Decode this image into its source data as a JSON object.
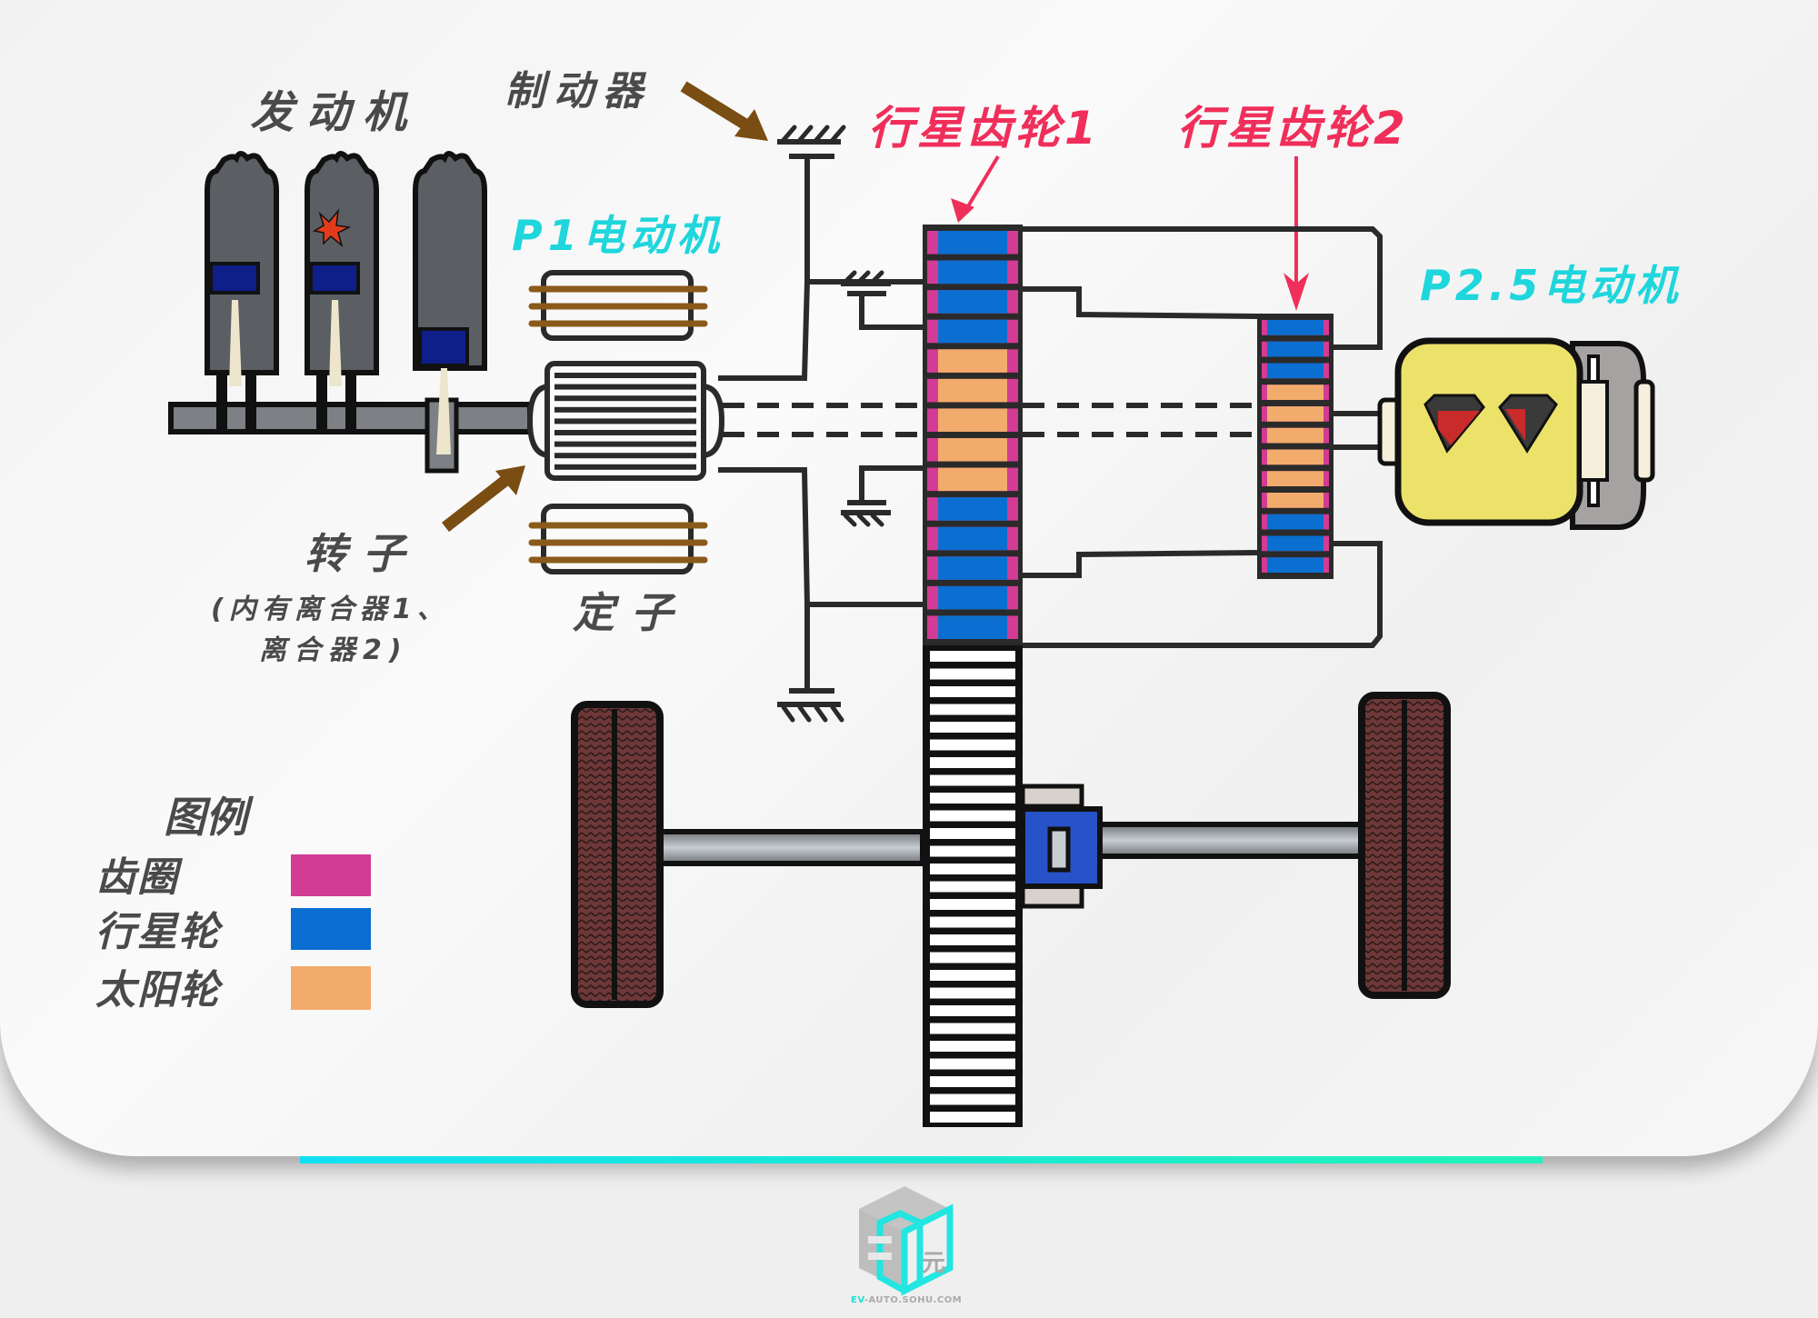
{
  "labels": {
    "engine": "发动机",
    "brake": "制动器",
    "p1_motor": "P1电动机",
    "planetary1": "行星齿轮1",
    "planetary2": "行星齿轮2",
    "p25_motor": "P2.5电动机",
    "rotor": "转子",
    "rotor_note_line1": "(内有离合器1、",
    "rotor_note_line2": "离合器2)",
    "stator": "定子"
  },
  "legend": {
    "title": "图例",
    "items": [
      {
        "label": "齿圈",
        "color": "#d33c94"
      },
      {
        "label": "行星轮",
        "color": "#0a6fd0"
      },
      {
        "label": "太阳轮",
        "color": "#f2ab6c"
      }
    ]
  },
  "colors": {
    "label_dark": "#4a4a4a",
    "label_cyan": "#1ed6dc",
    "label_red": "#f02e5a",
    "arrow_brown": "#7a4d12",
    "motor_yellow": "#ece26a",
    "tire": "#6e3838",
    "cylinder_gray": "#5b5e63",
    "piston_blue": "#0e1f8a",
    "accent_start": "#12e0f2",
    "accent_end": "#22f2b8"
  },
  "gear1_stripes": [
    "planet",
    "planet",
    "planet",
    "planet",
    "sun",
    "sun",
    "sun",
    "sun",
    "sun",
    "planet",
    "planet",
    "planet",
    "planet",
    "planet"
  ],
  "gear2_stripes": [
    "planet",
    "planet",
    "planet",
    "sun",
    "sun",
    "sun",
    "sun",
    "sun",
    "sun",
    "planet",
    "planet",
    "planet"
  ],
  "footer": {
    "logo_brand": "EV",
    "logo_site": "-AUTO.SOHU.COM"
  }
}
